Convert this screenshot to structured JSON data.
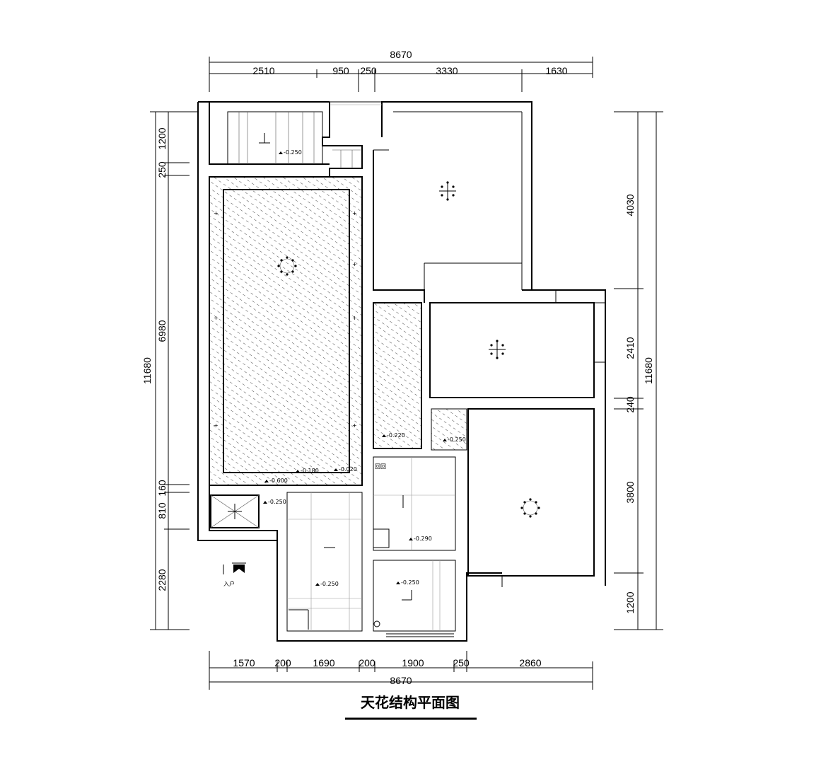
{
  "title": "天花结构平面图",
  "entry_label": "入户",
  "dimensions": {
    "top_total": "8670",
    "top": [
      "2510",
      "950",
      "250",
      "3330",
      "1630"
    ],
    "bottom": [
      "1570",
      "200",
      "1690",
      "200",
      "1900",
      "250",
      "2860"
    ],
    "bottom_total": "8670",
    "left": [
      "1200",
      "250",
      "6980",
      "160",
      "810",
      "2280"
    ],
    "left_total": "11680",
    "right": [
      "4030",
      "2410",
      "240",
      "3800",
      "1200"
    ],
    "right_total": "11680"
  },
  "levels": {
    "l1": "-0.250",
    "l2": "-0.600",
    "l3": "-0.180",
    "l4": "-0.020",
    "l5": "-0.250",
    "l6": "-0.220",
    "l7": "-0.250",
    "l8": "-0.290",
    "l9": "-0.250",
    "l10": "-0.250"
  }
}
